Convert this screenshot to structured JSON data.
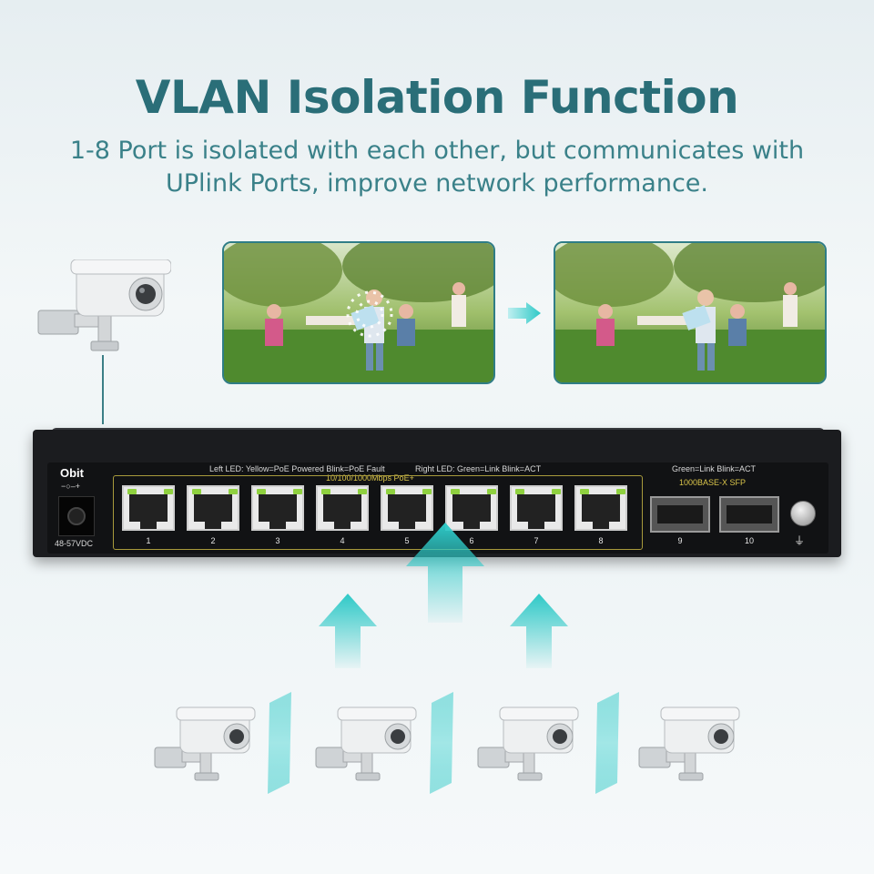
{
  "header": {
    "title": "VLAN Isolation Function",
    "subtitle": "1-8 Port is isolated with each other, but communicates with UPlink Ports, improve network performance."
  },
  "switch": {
    "brand": "Obit",
    "power_polarity": "−○–+",
    "power_label": "48-57VDC",
    "left_led_legend": "Left LED: Yellow=PoE Powered Blink=PoE Fault",
    "right_led_legend": "Right LED: Green=Link Blink=ACT",
    "poe_speed_label": "10/100/1000Mbps PoE+",
    "sfp_led_legend": "Green=Link Blink=ACT",
    "sfp_label": "1000BASE-X SFP",
    "ports": [
      "1",
      "2",
      "3",
      "4",
      "5",
      "6",
      "7",
      "8"
    ],
    "sfp_ports": [
      "9",
      "10"
    ]
  },
  "colors": {
    "title": "#2a6e78",
    "subtitle": "#3a8189",
    "accent_cyan": "#2ec9c7",
    "photo_border": "#2f7d86",
    "switch_body": "#1b1c1f",
    "led_green": "#8fd13f",
    "label_yellow": "#d9c44a"
  },
  "icons": {
    "camera": "cctv-camera-icon",
    "arrow": "up-arrow-icon",
    "transfer_arrow": "right-chevron-icon",
    "ground": "ground-icon"
  }
}
